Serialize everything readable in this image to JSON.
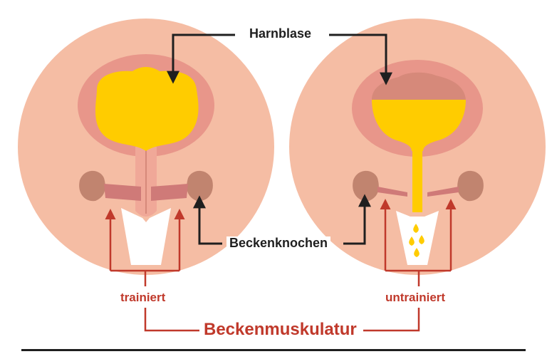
{
  "labels": {
    "bladder": "Harnblase",
    "pelvic_bone": "Beckenknochen",
    "trained": "trainiert",
    "untrained": "untrainiert",
    "pelvic_floor": "Beckenmuskulatur"
  },
  "colors": {
    "skin": "#f5bda4",
    "bladder_wall": "#e8968a",
    "bladder_inner": "#d6897a",
    "urine": "#ffcc00",
    "muscle": "#cf7a78",
    "bone": "#c1846f",
    "pointer": "#1f1f1f",
    "accent_red": "#c0392b",
    "rule": "#1f1f1f"
  }
}
